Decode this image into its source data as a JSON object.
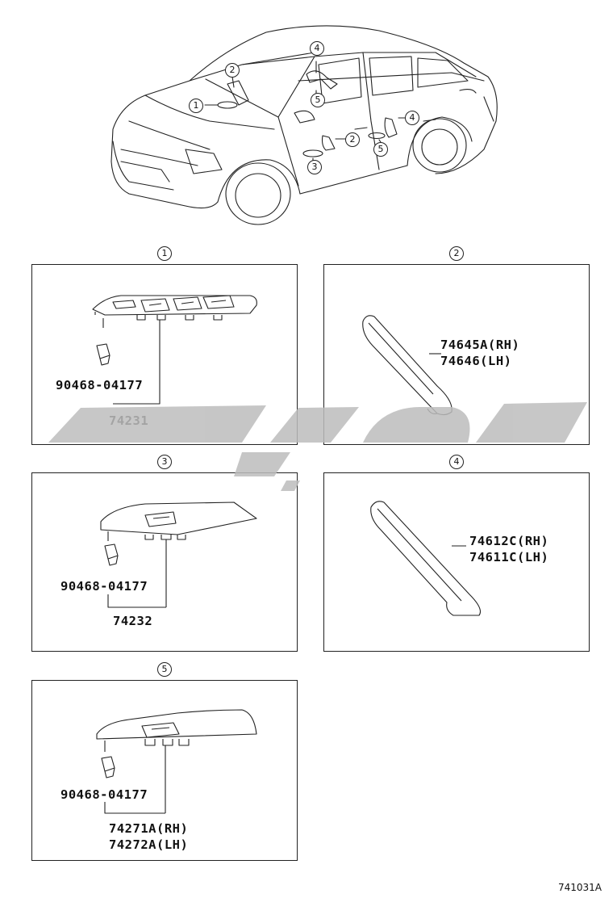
{
  "car_callouts": [
    "1",
    "2",
    "3",
    "4",
    "5"
  ],
  "panels": [
    {
      "id": "1",
      "parts": {
        "clip": "90468-04177",
        "main": "74231"
      }
    },
    {
      "id": "2",
      "parts": {
        "rh": "74645A(RH)",
        "lh": "74646(LH)"
      }
    },
    {
      "id": "3",
      "parts": {
        "clip": "90468-04177",
        "main": "74232"
      }
    },
    {
      "id": "4",
      "parts": {
        "rh": "74612C(RH)",
        "lh": "74611C(LH)"
      }
    },
    {
      "id": "5",
      "parts": {
        "clip": "90468-04177",
        "rh": "74271A(RH)",
        "lh": "74272A(LH)"
      }
    }
  ],
  "diagram_code": "741031A",
  "colors": {
    "line": "#222222",
    "watermark": "#bdbdbd"
  }
}
